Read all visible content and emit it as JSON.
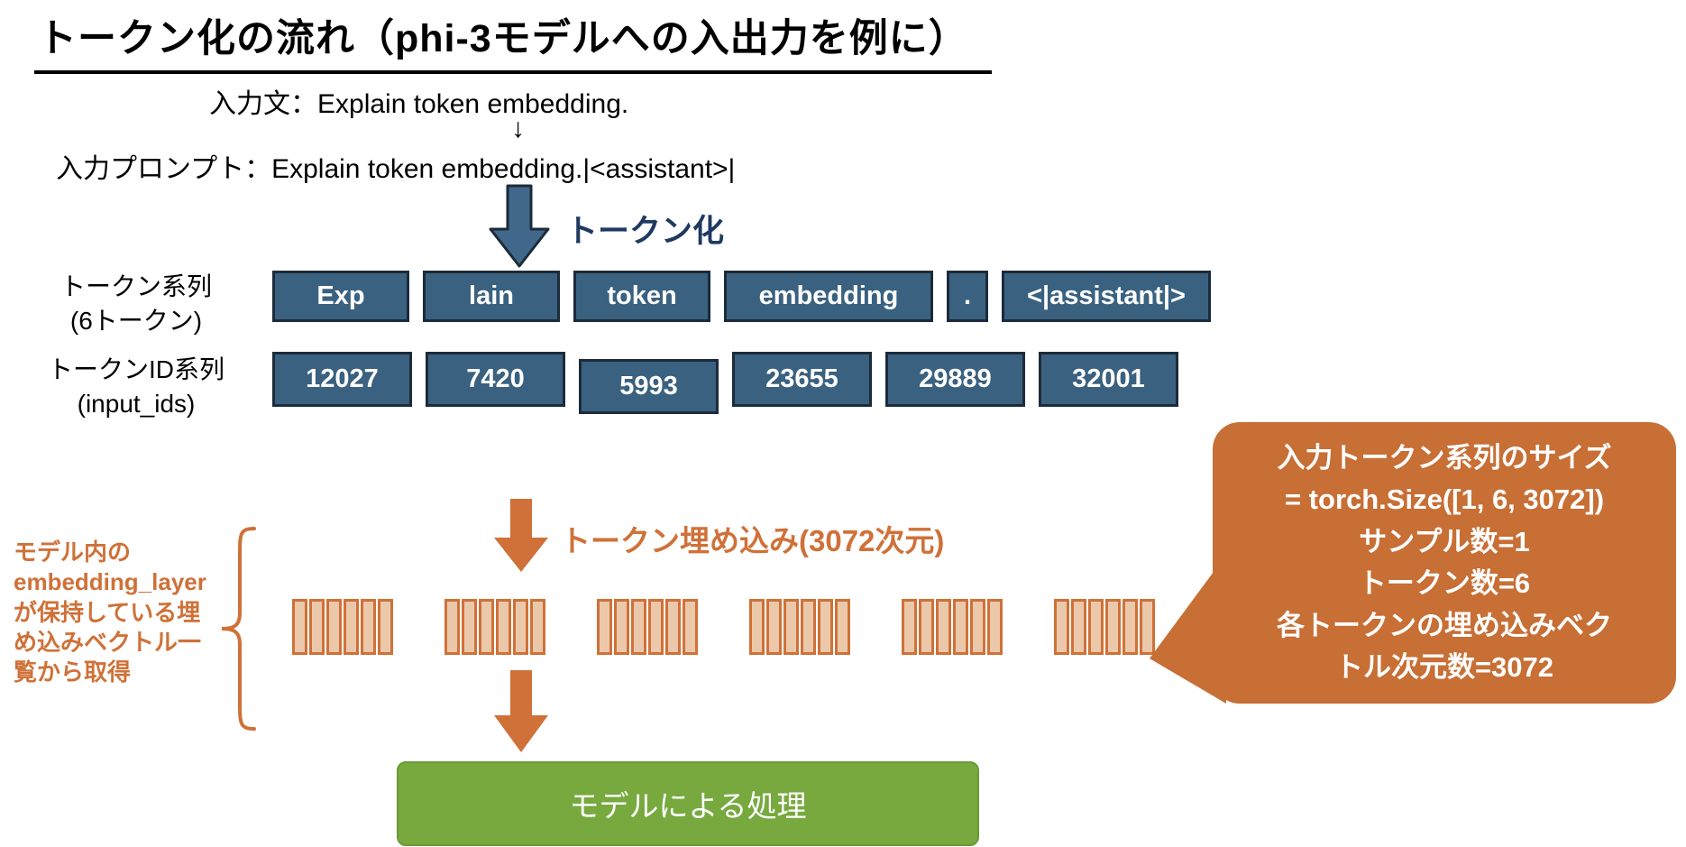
{
  "title": "トークン化の流れ（phi-3モデルへの入出力を例に）",
  "input": {
    "sentence_line": "入力文：Explain token embedding.",
    "arrow_glyph": "↓",
    "prompt_line": "入力プロンプト：Explain token embedding.|<assistant>|"
  },
  "tokenization": {
    "arrow_label": "トークン化"
  },
  "token_row": {
    "label_line1": "トークン系列",
    "label_line2": "(6トークン)",
    "tokens": [
      "Exp",
      "lain",
      "token",
      "embedding",
      ".",
      "<|assistant|>"
    ]
  },
  "id_row": {
    "label_line1": "トークンID系列",
    "label_line2": "(input_ids)",
    "ids": [
      "12027",
      "7420",
      "5993",
      "23655",
      "29889",
      "32001"
    ]
  },
  "embedding": {
    "arrow_label": "トークン埋め込み(3072次元)",
    "group_count": 6,
    "cells_per_group": 6,
    "side_note_lines": [
      "モデル内の",
      "embedding_layer",
      "が保持している埋",
      "め込みベクトル一",
      "覧から取得"
    ]
  },
  "callout": {
    "lines": [
      "入力トークン系列のサイズ",
      "= torch.Size([1, 6, 3072])",
      "サンプル数=1",
      "トークン数=6",
      "各トークンの埋め込みベク",
      "トル次元数=3072"
    ]
  },
  "process_box": {
    "label": "モデルによる処理"
  },
  "colors": {
    "box_blue": "#3A617F",
    "box_border": "#1C2B3A",
    "arrow_blue": "#41688B",
    "navy": "#1F3A60",
    "orange": "#CF7138",
    "orange_bubble": "#C76F35",
    "strip_fill": "#ECC8AB",
    "green": "#77A93F",
    "green_border": "#6B9A37"
  }
}
